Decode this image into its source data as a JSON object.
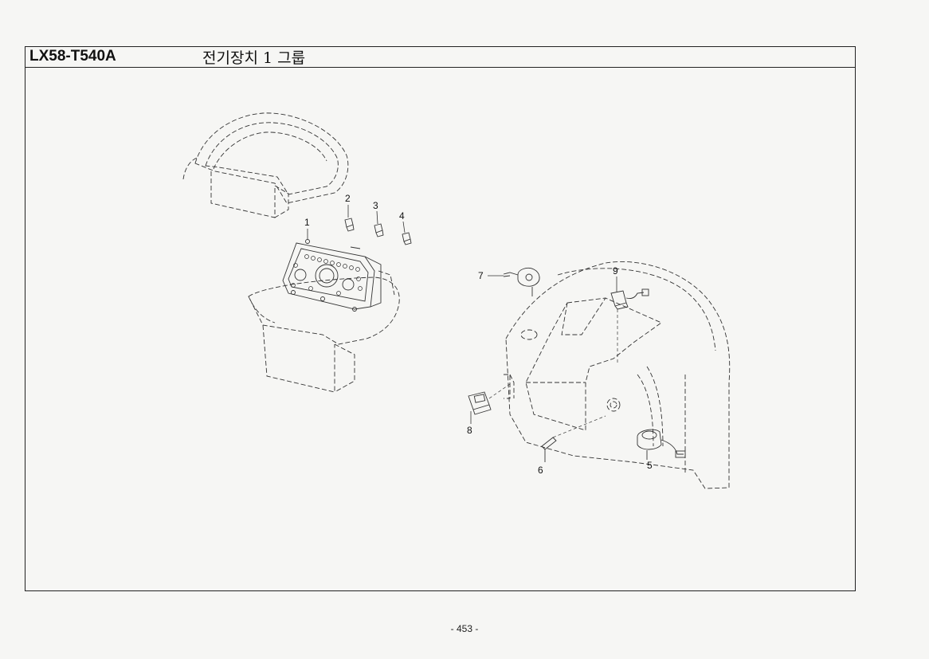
{
  "header": {
    "model_code": "LX58-T540A",
    "group_title": "전기장치 1 그룹"
  },
  "callouts": [
    "1",
    "2",
    "3",
    "4",
    "5",
    "6",
    "7",
    "8",
    "9"
  ],
  "footer": {
    "page_number": "- 453 -"
  }
}
